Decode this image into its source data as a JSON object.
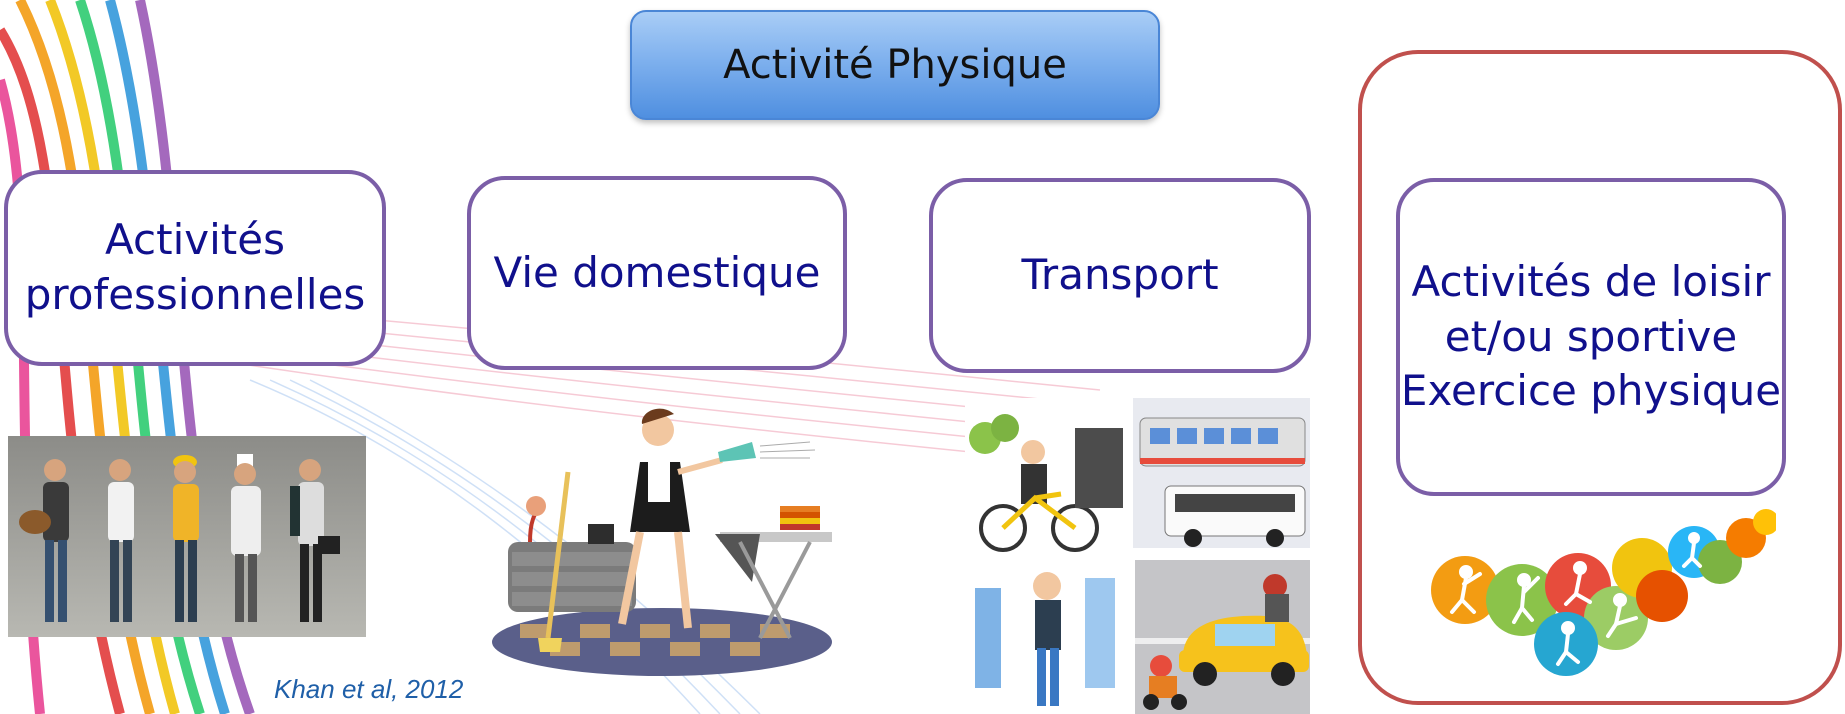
{
  "title": "Activité Physique",
  "categories": [
    {
      "key": "pro",
      "label": "Activités professionnelles",
      "lines": [
        "Activités",
        "professionnelles"
      ]
    },
    {
      "key": "dom",
      "label": "Vie domestique",
      "lines": [
        "Vie domestique"
      ]
    },
    {
      "key": "trans",
      "label": "Transport",
      "lines": [
        "Transport"
      ]
    },
    {
      "key": "loisir",
      "label": "Activités de loisir et/ou sportive Exercice physique",
      "lines": [
        "Activités de loisir",
        "et/ou sportive",
        "Exercice physique"
      ]
    }
  ],
  "credit": "Khan et al, 2012",
  "colors": {
    "box_border": "#7b5ea7",
    "box_text": "#10108c",
    "highlight_border": "#c0504d",
    "title_gradient": [
      "#a9cdf6",
      "#4f8fe0"
    ]
  },
  "illustrations": [
    {
      "name": "workers-photo"
    },
    {
      "name": "housework-illustration"
    },
    {
      "name": "transport-illustration"
    },
    {
      "name": "sports-icons"
    }
  ]
}
